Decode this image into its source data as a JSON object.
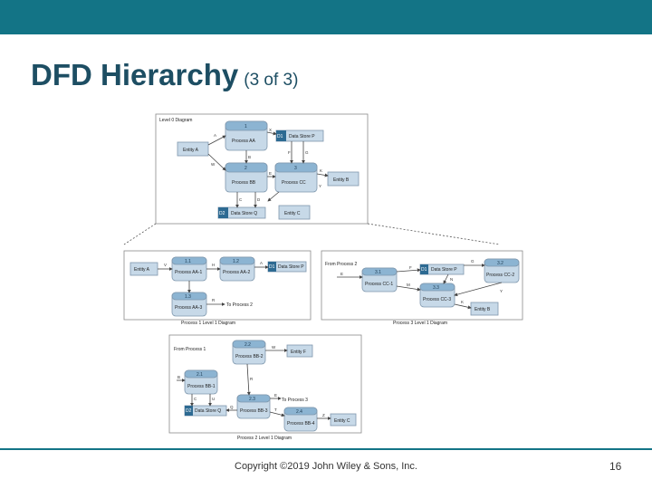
{
  "slide": {
    "title": "DFD Hierarchy",
    "subtitle": "(3 of 3)",
    "copyright": "Copyright ©2019 John Wiley & Sons, Inc.",
    "page_number": "16"
  },
  "colors": {
    "top_bar": "#137486",
    "title": "#1d4e63",
    "process_fill": "#c7d9e8",
    "process_header": "#8cb4d2"
  },
  "level0": {
    "caption": "Level 0 Diagram",
    "processes": [
      {
        "num": "1",
        "name": "Process AA"
      },
      {
        "num": "2",
        "name": "Process BB"
      },
      {
        "num": "3",
        "name": "Process CC"
      }
    ],
    "entities": [
      "Entity A",
      "Entity B",
      "Entity C"
    ],
    "stores": [
      {
        "id": "D1",
        "name": "Data Store P"
      },
      {
        "id": "D2",
        "name": "Data Store Q"
      }
    ],
    "flows": [
      "A",
      "X",
      "W",
      "B",
      "F",
      "G",
      "E",
      "K",
      "C",
      "D",
      "Y"
    ]
  },
  "process1": {
    "caption": "Process 1 Level 1 Diagram",
    "processes": [
      {
        "num": "1.1",
        "name": "Process AA-1"
      },
      {
        "num": "1.2",
        "name": "Process AA-2"
      },
      {
        "num": "1.3",
        "name": "Process AA-3"
      }
    ],
    "entity": "Entity A",
    "store": {
      "id": "D1",
      "name": "Data Store P"
    },
    "to_label": "To Process 2",
    "flows": [
      "V",
      "H",
      "A",
      "R"
    ]
  },
  "process3": {
    "caption": "Process 3 Level 1 Diagram",
    "from_label": "From Process 2",
    "processes": [
      {
        "num": "3.1",
        "name": "Process CC-1"
      },
      {
        "num": "3.2",
        "name": "Process CC-2"
      },
      {
        "num": "3.3",
        "name": "Process CC-3"
      }
    ],
    "entity": "Entity B",
    "store": {
      "id": "D1",
      "name": "Data Store P"
    },
    "flows": [
      "G",
      "F",
      "E",
      "M",
      "N",
      "Y",
      "K"
    ]
  },
  "process2": {
    "caption": "Process 2 Level 1 Diagram",
    "from_label": "From Process 1",
    "to_label": "To Process 3",
    "processes": [
      {
        "num": "2.1",
        "name": "Process BB-1"
      },
      {
        "num": "2.2",
        "name": "Process BB-2"
      },
      {
        "num": "2.3",
        "name": "Process BB-3"
      },
      {
        "num": "2.4",
        "name": "Process BB-4"
      }
    ],
    "entities": [
      "Entity F",
      "Entity C"
    ],
    "store": {
      "id": "D2",
      "name": "Data Store Q"
    },
    "flows": [
      "W",
      "B",
      "R",
      "C",
      "U",
      "E",
      "Q",
      "Z",
      "T"
    ]
  }
}
